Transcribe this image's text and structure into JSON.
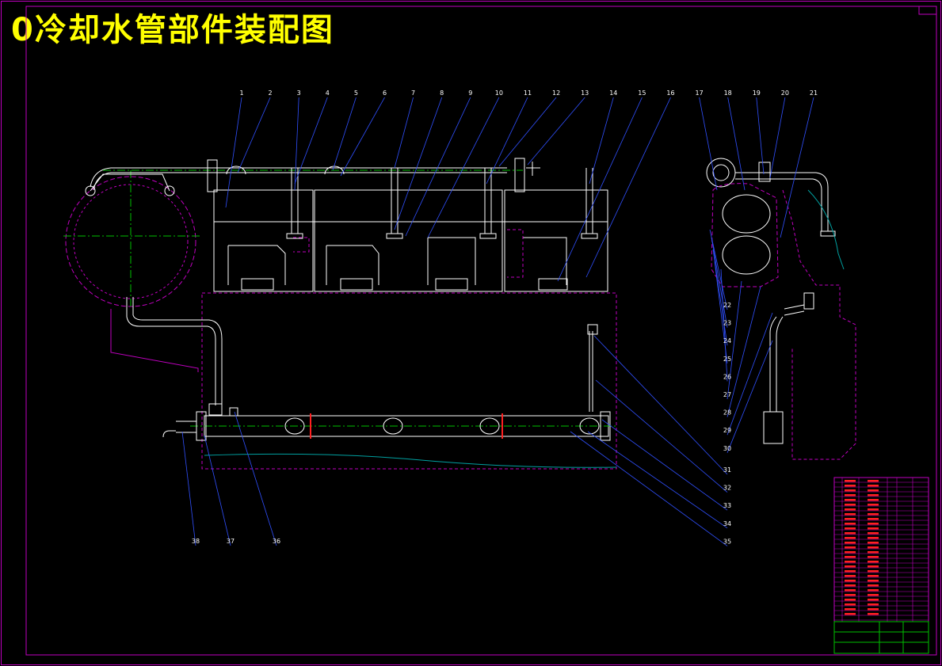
{
  "title": "0冷却水管部件装配图",
  "colors": {
    "background": "#000000",
    "frame": "#c000c0",
    "title": "#ffff00",
    "outline": "#ffffff",
    "leader": "#3050ff",
    "centerline": "#00c000",
    "hidden": "#c000c0",
    "ground": "#00a0a0",
    "joint": "#ff2020"
  },
  "part_numbers_top": [
    "1",
    "2",
    "3",
    "4",
    "5",
    "6",
    "7",
    "8",
    "9",
    "10",
    "11",
    "12",
    "13",
    "14",
    "15",
    "16",
    "17",
    "18",
    "19",
    "20",
    "21"
  ],
  "part_numbers_side": [
    "22",
    "23",
    "24",
    "25",
    "26",
    "27",
    "28",
    "29",
    "30"
  ],
  "part_numbers_bottom_right": [
    "31",
    "32",
    "33",
    "34",
    "35"
  ],
  "part_numbers_bottom_left": [
    "38",
    "37",
    "36"
  ]
}
